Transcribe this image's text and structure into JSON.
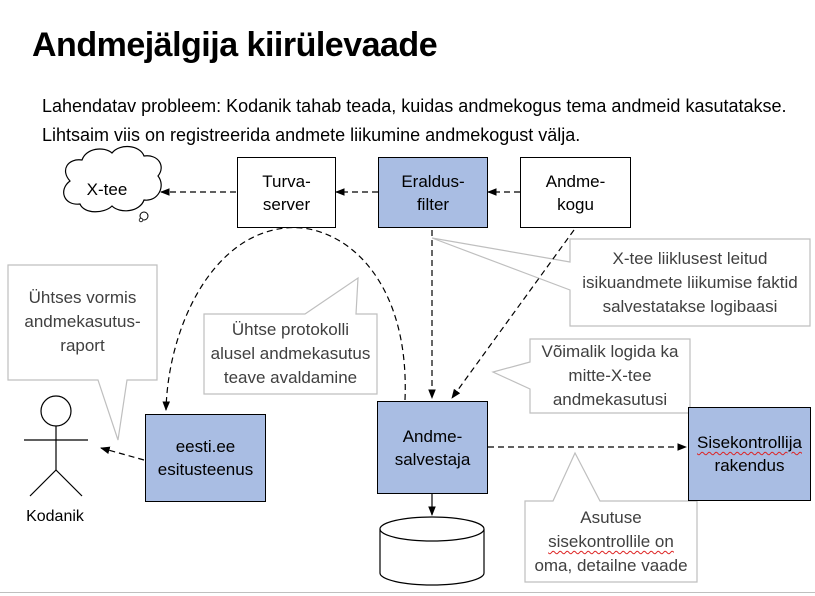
{
  "slide": {
    "title": "Andmejälgija kiirülevaade",
    "problem": "Lahendatav probleem: Kodanik tahab teada, kuidas andmekogus tema andmeid kasutatakse. Lihtsaim viis on registreerida andmete liikumine andmekogust välja."
  },
  "nodes": {
    "xtee": "X-tee",
    "turvaserver": "Turva-\nserver",
    "eraldusfilter": "Eraldus-\nfilter",
    "andmekogu": "Andme-\nkogu",
    "eesti": "eesti.ee\nesitusteenus",
    "salvestaja": "Andme-\nsalvestaja",
    "sisekontroll_line1": "Sisekontrollija",
    "sisekontroll_line2": "rakendus",
    "kodanik": "Kodanik"
  },
  "callouts": {
    "raport": "Ühtses vormis\nandmekasutus-\nraport",
    "protokoll": "Ühtse protokolli\nalusel andmekasutus\nteave avaldamine",
    "logibaas": "X-tee liiklusest leitud\nisikuandmete liikumise faktid\nsalvestatakse logibaasi",
    "mitte_xtee": "Võimalik logida ka\nmitte-X-tee\nandmekasutusi",
    "asutus_line1": "Asutuse",
    "asutus_line2": "sisekontrollile on",
    "asutus_line3": "oma, detailne vaade"
  },
  "colors": {
    "box_fill": "#a9bde3",
    "callout_text": "#404040",
    "callout_border": "#bfbfbf",
    "spellcheck": "#d22222"
  }
}
